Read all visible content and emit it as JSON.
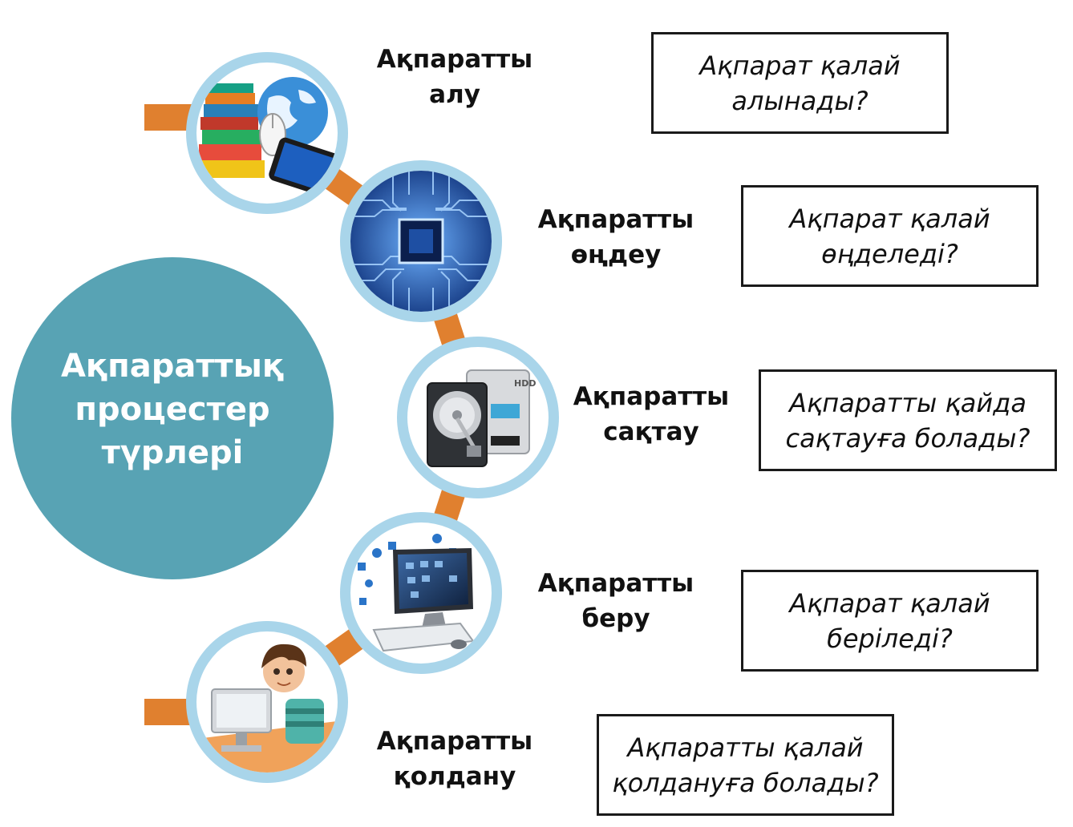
{
  "colors": {
    "center_circle": "#58A3B4",
    "ring": "#A9D5EA",
    "connector": "#E0802F",
    "box_border": "#1a1a1a"
  },
  "center": {
    "line1": "Ақпараттық",
    "line2": "процестер",
    "line3": "түрлері"
  },
  "steps": [
    {
      "icon": "books-globe-phone-icon",
      "label": [
        "Ақпаратты",
        "алу"
      ],
      "question": [
        "Ақпарат қалай",
        "алынады?"
      ]
    },
    {
      "icon": "circuit-chip-icon",
      "label": [
        "Ақпаратты",
        "өңдеу"
      ],
      "question": [
        "Ақпарат қалай",
        "өңделеді?"
      ]
    },
    {
      "icon": "hard-drive-icon",
      "label": [
        "Ақпаратты",
        "сақтау"
      ],
      "question": [
        "Ақпаратты қайда",
        "сақтауға болады?"
      ],
      "hdd_tag": "HDD"
    },
    {
      "icon": "computer-network-icon",
      "label": [
        "Ақпаратты",
        "беру"
      ],
      "question": [
        "Ақпарат қалай",
        "беріледі?"
      ]
    },
    {
      "icon": "boy-at-computer-icon",
      "label": [
        "Ақпаратты",
        "қолдану"
      ],
      "question": [
        "Ақпаратты қалай",
        "қолдануға болады?"
      ]
    }
  ]
}
